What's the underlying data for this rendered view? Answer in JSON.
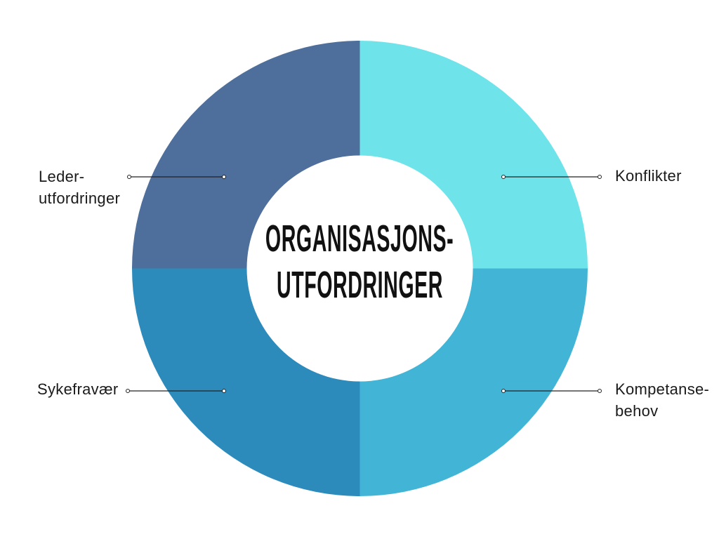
{
  "center": {
    "title_lines": [
      "ORGANISASJONS-",
      "UTFORDRINGER"
    ],
    "text_color": "#111111"
  },
  "segments": [
    {
      "name": "Leder-utfordringer",
      "position": "top-left",
      "label_lines": [
        "Leder-",
        "utfordringer"
      ],
      "color": "#4E6E9B"
    },
    {
      "name": "Konflikter",
      "position": "top-right",
      "label_lines": [
        "Konflikter"
      ],
      "color": "#6FE3EA"
    },
    {
      "name": "Sykefravær",
      "position": "bottom-left",
      "label_lines": [
        "Sykefravær"
      ],
      "color": "#2D8BBC"
    },
    {
      "name": "Kompetanse-behov",
      "position": "bottom-right",
      "label_lines": [
        "Kompetanse-",
        "behov"
      ],
      "color": "#42B5D7"
    }
  ],
  "styles": {
    "background": "#FFFFFF",
    "hole_color": "#FFFFFF",
    "connector_color": "#222222",
    "label_color": "#1A1A1A"
  }
}
